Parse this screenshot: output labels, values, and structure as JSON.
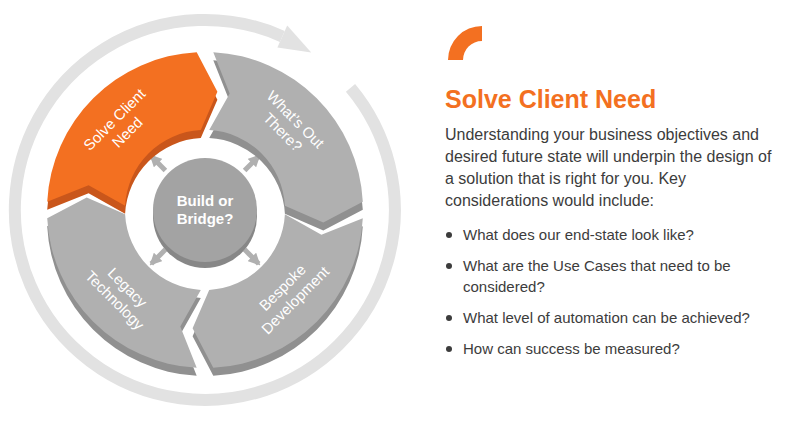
{
  "diagram": {
    "title": "Solve Client Need",
    "nodes": [
      {
        "text": [
          "Solve Client Need"
        ]
      },
      {
        "text": [
          "What’s Out There?"
        ]
      },
      {
        "text": [
          "Bespoke Development"
        ]
      },
      {
        "text": [
          "Legacy Technology"
        ]
      },
      {
        "text": [
          "Build or Bridge?"
        ]
      }
    ],
    "edges": [
      {
        "from": 4,
        "to": 0,
        "arrow": "to"
      },
      {
        "from": 4,
        "to": 1,
        "arrow": "to"
      },
      {
        "from": 4,
        "to": 2,
        "arrow": "to"
      },
      {
        "from": 4,
        "to": 3,
        "arrow": "to"
      }
    ],
    "labels": [
      "Understanding your business objectives and desired future state will underpin the design of a solution that is right for you. Key considerations would include:",
      "What does our end-state look like?",
      "What are the Use Cases that need to be considered?",
      "What level of automation can be achieved?",
      "How can success be measured?"
    ]
  }
}
